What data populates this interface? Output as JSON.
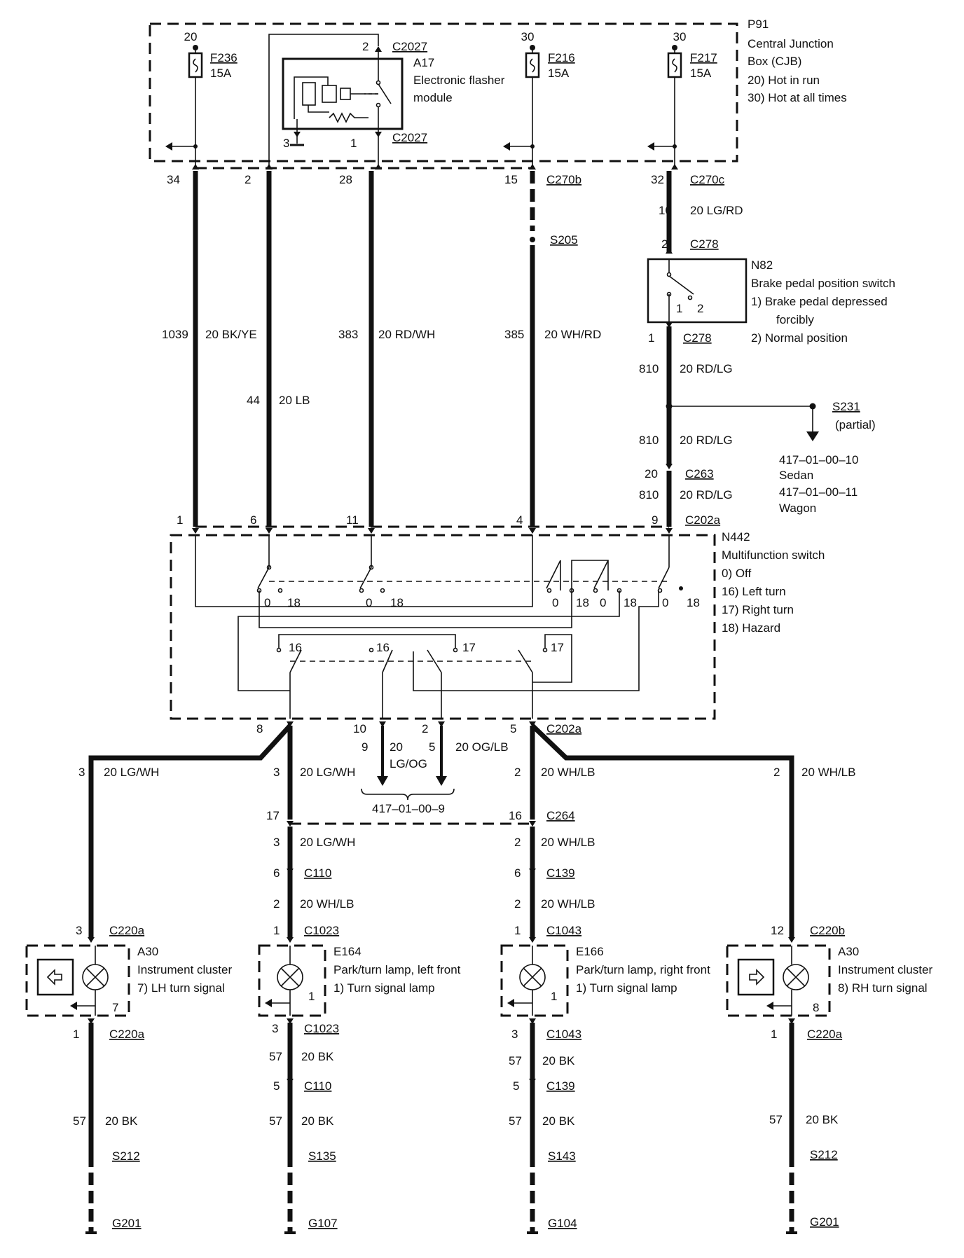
{
  "cjb": {
    "ref": "P91",
    "name1": "Central Junction",
    "name2": "Box (CJB)",
    "note20": "20)  Hot in run",
    "note30": "30)  Hot at all times"
  },
  "fuses": {
    "f236": {
      "pin": "20",
      "name": "F236",
      "amp": "15A"
    },
    "f216": {
      "pin": "30",
      "name": "F216",
      "amp": "15A"
    },
    "f217": {
      "pin": "30",
      "name": "F217",
      "amp": "15A"
    }
  },
  "flasher": {
    "ref": "A17",
    "name1": "Electronic flasher",
    "name2": "module",
    "conn": "C2027",
    "pin_top": "2",
    "pin_gnd": "3",
    "pin_out": "1"
  },
  "conn_top": {
    "c270b": "C270b",
    "c270c": "C270c",
    "p34": "34",
    "p2": "2",
    "p28": "28",
    "p15": "15",
    "p32": "32"
  },
  "wires_top": {
    "w1039": "1039",
    "bkye": "20 BK/YE",
    "w44": "44",
    "lb": "20 LB",
    "w383": "383",
    "rdwh": "20 RD/WH",
    "w385": "385",
    "whrd": "20 WH/RD",
    "s205": "S205"
  },
  "brake": {
    "w10": "10",
    "lgrd": "20 LG/RD",
    "c278_pin": "2",
    "c278": "C278",
    "ref": "N82",
    "name": "Brake pedal position switch",
    "n1a": "1)    Brake pedal depressed",
    "n1b": "forcibly",
    "n2": "2)    Normal position",
    "sw1": "1",
    "sw2": "2",
    "c278b_pin": "1",
    "c278b": "C278",
    "w810a": "810",
    "rdlga": "20 RD/LG",
    "w810b": "810",
    "rdlgb": "20 RD/LG",
    "c263_pin": "20",
    "c263": "C263",
    "w810c": "810",
    "rdlgc": "20 RD/LG",
    "s231": "S231",
    "partial": "(partial)",
    "ref1": "417–01–00–10",
    "sedan": "Sedan",
    "ref2": "417–01–00–11",
    "wagon": "Wagon"
  },
  "mfs": {
    "ref": "N442",
    "name": "Multifunction switch",
    "m0": "0)   Off",
    "m16": "16)  Left turn",
    "m17": "17)  Right turn",
    "m18": "18)  Hazard",
    "c202a": "C202a",
    "in1": "1",
    "in6": "6",
    "in11": "11",
    "in4": "4",
    "in9": "9",
    "pos0": "0",
    "pos16": "16",
    "pos17": "17",
    "pos18": "18"
  },
  "outputs": {
    "c202a": "C202a",
    "o8": "8",
    "o10": "10",
    "o2": "2",
    "o5": "5",
    "o9": "9",
    "o20": "20",
    "lgog": "LG/OG",
    "o5b": "5",
    "oglb": "20 OG/LB",
    "ref": "417–01–00–9",
    "lgwh_w": "3",
    "lgwh": "20 LG/WH",
    "lgwh2_w": "3",
    "lgwh2": "20 LG/WH",
    "whlb_w": "2",
    "whlb": "20 WH/LB",
    "whlb2_w": "2",
    "whlb2": "20 WH/LB",
    "p17": "17",
    "p16": "16",
    "c264": "C264"
  },
  "mid": {
    "lgwh3_w": "3",
    "lgwh3": "20 LG/WH",
    "whlb3_w": "2",
    "whlb3": "20 WH/LB",
    "c110_pin": "6",
    "c110": "C110",
    "c139_pin": "6",
    "c139": "C139",
    "whlb4_w": "2",
    "whlb4": "20 WH/LB",
    "whlb5_w": "2",
    "whlb5": "20 WH/LB"
  },
  "lamps": {
    "lh": {
      "pin": "3",
      "conn": "C220a",
      "ref": "A30",
      "name": "Instrument cluster",
      "func": "7)     LH turn signal",
      "gpin": "7"
    },
    "lf": {
      "pin": "1",
      "conn": "C1023",
      "ref": "E164",
      "name": "Park/turn lamp, left front",
      "func": "1)     Turn signal lamp",
      "gpin": "1"
    },
    "rf": {
      "pin": "1",
      "conn": "C1043",
      "ref": "E166",
      "name": "Park/turn lamp, right front",
      "func": "1)     Turn signal lamp",
      "gpin": "1"
    },
    "rh": {
      "pin": "12",
      "conn": "C220b",
      "ref": "A30",
      "name": "Instrument cluster",
      "func": "8)     RH turn signal",
      "gpin": "8"
    }
  },
  "grounds": {
    "c1": {
      "pin": "1",
      "conn": "C220a",
      "w": "57",
      "col": "20 BK",
      "splice": "S212",
      "gnd": "G201"
    },
    "c2": {
      "pin": "3",
      "conn": "C1023",
      "w": "57",
      "col": "20 BK",
      "pin2": "5",
      "conn2": "C110",
      "w2": "57",
      "col2": "20 BK",
      "splice": "S135",
      "gnd": "G107"
    },
    "c3": {
      "pin": "3",
      "conn": "C1043",
      "w": "57",
      "col": "20 BK",
      "pin2": "5",
      "conn2": "C139",
      "w2": "57",
      "col2": "20 BK",
      "splice": "S143",
      "gnd": "G104"
    },
    "c4": {
      "pin": "1",
      "conn": "C220a",
      "w": "57",
      "col": "20 BK",
      "splice": "S212",
      "gnd": "G201"
    }
  }
}
